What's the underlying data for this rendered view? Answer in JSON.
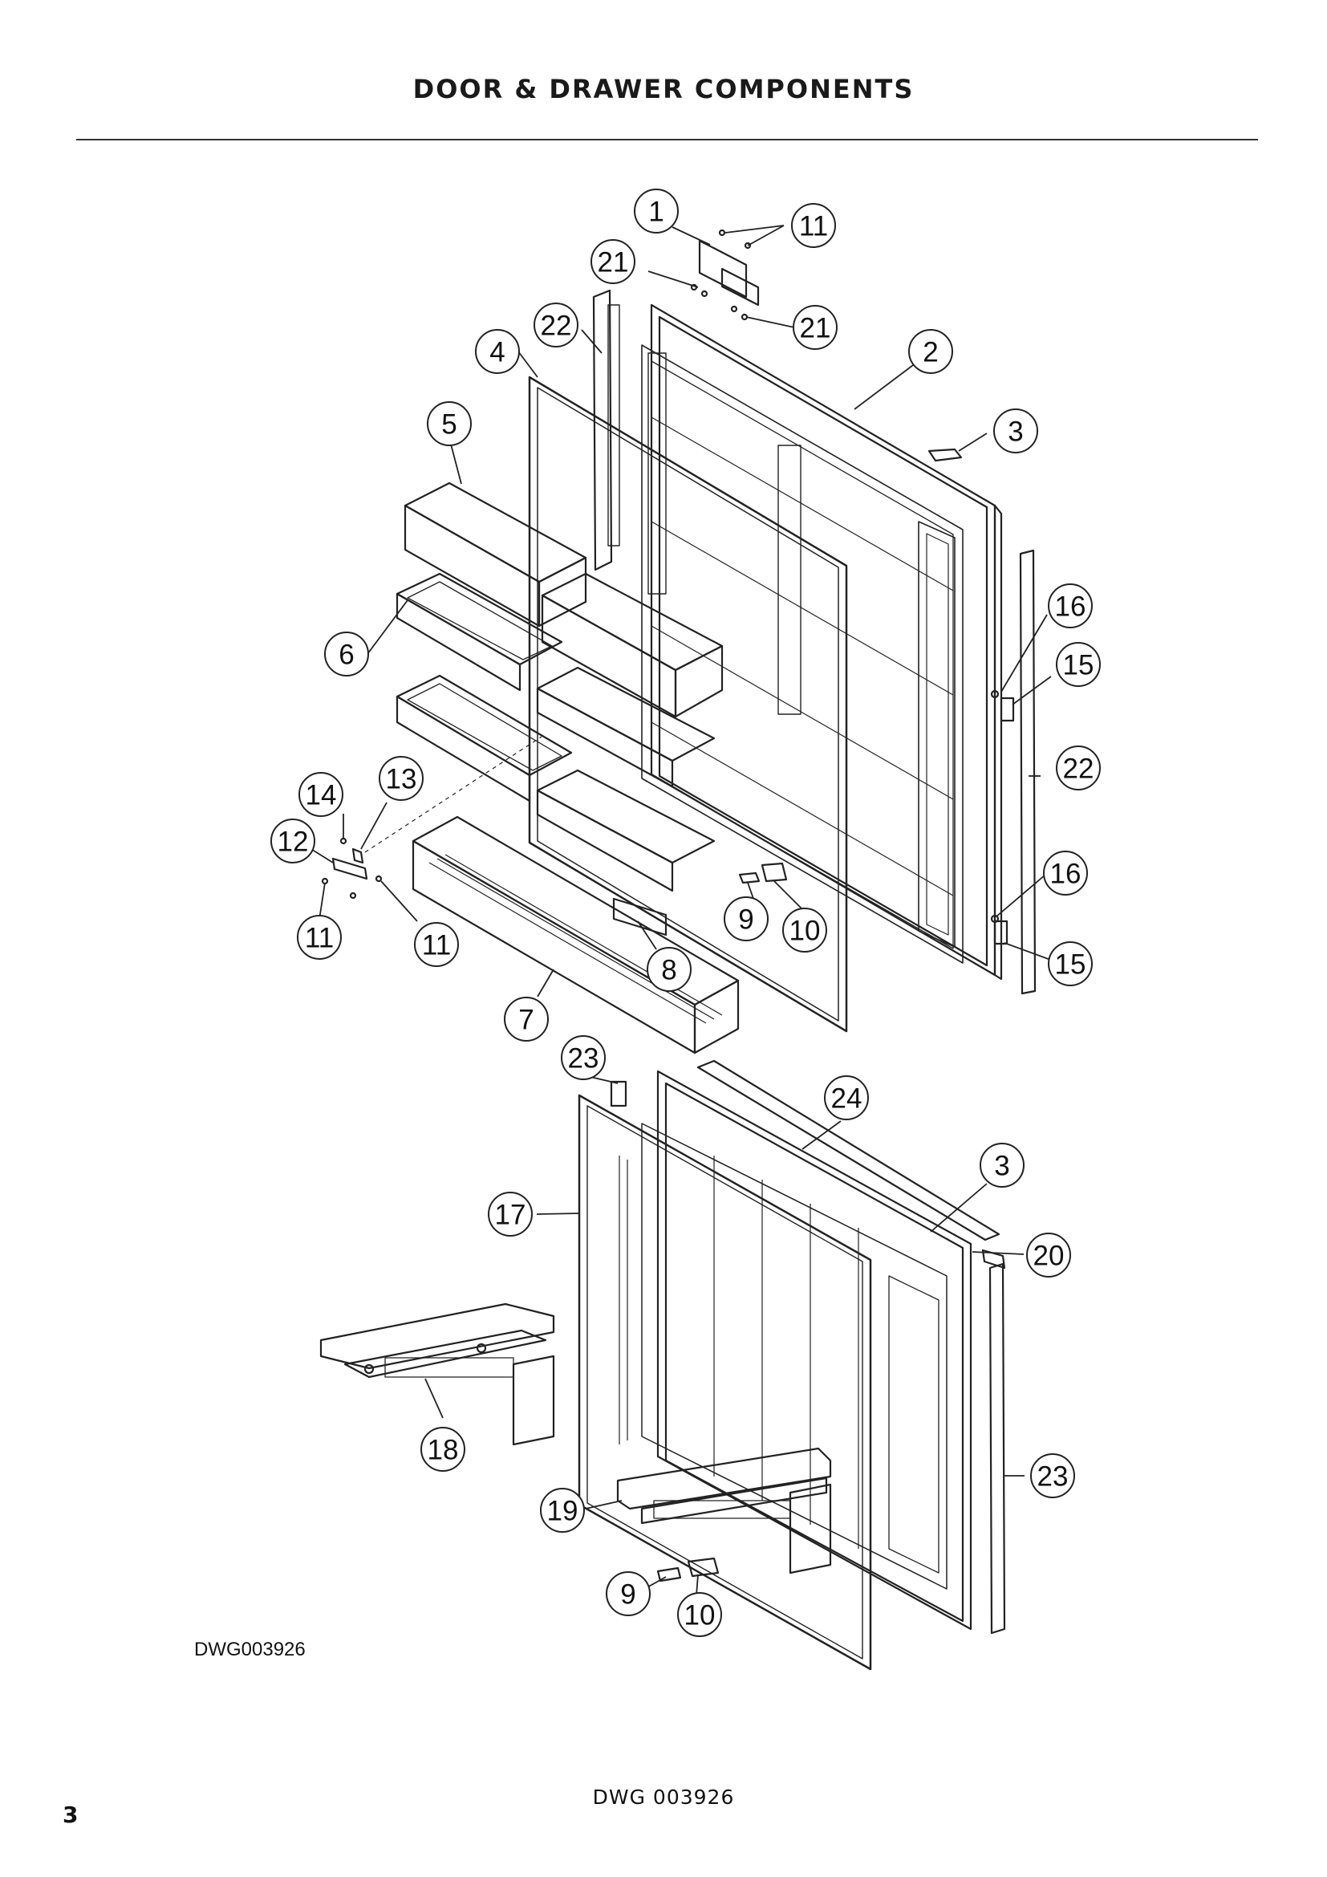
{
  "page": {
    "title": "DOOR & DRAWER COMPONENTS",
    "drawing_id": "DWG003926",
    "footer_drawing": "DWG 003926",
    "page_number": "3"
  },
  "callouts": [
    {
      "label": "1"
    },
    {
      "label": "11"
    },
    {
      "label": "21"
    },
    {
      "label": "21"
    },
    {
      "label": "22"
    },
    {
      "label": "4"
    },
    {
      "label": "2"
    },
    {
      "label": "3"
    },
    {
      "label": "5"
    },
    {
      "label": "16"
    },
    {
      "label": "15"
    },
    {
      "label": "6"
    },
    {
      "label": "22"
    },
    {
      "label": "14"
    },
    {
      "label": "13"
    },
    {
      "label": "12"
    },
    {
      "label": "16"
    },
    {
      "label": "9"
    },
    {
      "label": "10"
    },
    {
      "label": "11"
    },
    {
      "label": "11"
    },
    {
      "label": "15"
    },
    {
      "label": "8"
    },
    {
      "label": "7"
    },
    {
      "label": "23"
    },
    {
      "label": "24"
    },
    {
      "label": "3"
    },
    {
      "label": "17"
    },
    {
      "label": "20"
    },
    {
      "label": "18"
    },
    {
      "label": "23"
    },
    {
      "label": "19"
    },
    {
      "label": "9"
    },
    {
      "label": "10"
    }
  ]
}
